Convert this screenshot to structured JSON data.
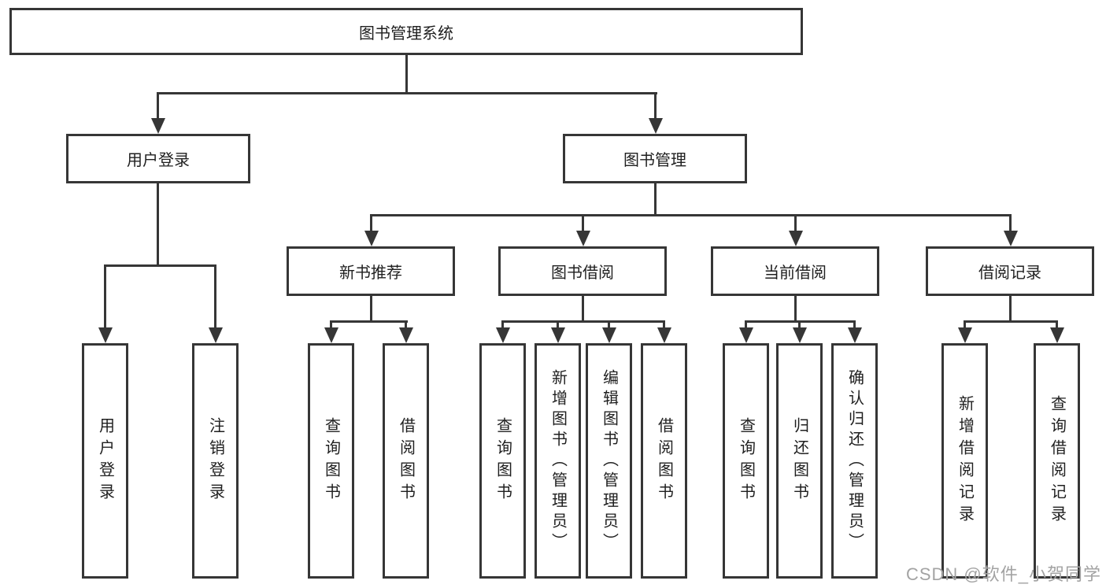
{
  "diagram": {
    "title": "图书管理系统",
    "root": {
      "label": "图书管理系统"
    },
    "branches": [
      {
        "label": "用户登录",
        "children": [
          {
            "label": "用户登录"
          },
          {
            "label": "注销登录"
          }
        ]
      },
      {
        "label": "图书管理",
        "children": [
          {
            "label": "新书推荐",
            "children": [
              {
                "label": "查询图书"
              },
              {
                "label": "借阅图书"
              }
            ]
          },
          {
            "label": "图书借阅",
            "children": [
              {
                "label": "查询图书"
              },
              {
                "label": "新增图书（管理员）"
              },
              {
                "label": "编辑图书（管理员）"
              },
              {
                "label": "借阅图书"
              }
            ]
          },
          {
            "label": "当前借阅",
            "children": [
              {
                "label": "查询图书"
              },
              {
                "label": "归还图书"
              },
              {
                "label": "确认归还（管理员）"
              }
            ]
          },
          {
            "label": "借阅记录",
            "children": [
              {
                "label": "新增借阅记录"
              },
              {
                "label": "查询借阅记录"
              }
            ]
          }
        ]
      }
    ]
  },
  "watermark": {
    "text": "CSDN @软件_小贺同学"
  },
  "colors": {
    "background": "#ffffff",
    "line": "#363636",
    "box_border": "#363636",
    "box_fill": "#ffffff",
    "text": "#1f1f1f",
    "watermark": "#a3a3a3"
  }
}
